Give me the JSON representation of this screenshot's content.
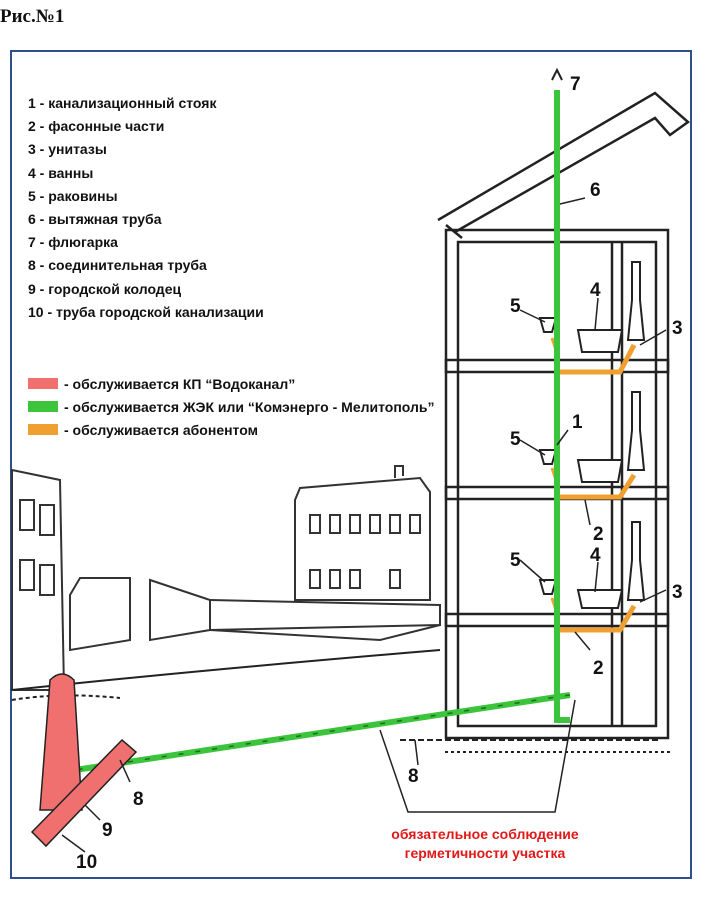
{
  "caption": "Рис.№1",
  "legend": [
    "1 - канализационный стояк",
    "2 - фасонные части",
    "3 - унитазы",
    "4 - ванны",
    "5 - раковины",
    "6 - вытяжная труба",
    "7 - флюгарка",
    "8 - соединительная труба",
    "9 - городской колодец",
    "10 - труба городской канализации"
  ],
  "service": [
    {
      "color": "#f07070",
      "label": "- обслуживается КП “Водоканал”"
    },
    {
      "color": "#3cc43c",
      "label": "- обслуживается ЖЭК или “Комэнерго - Мелитополь”"
    },
    {
      "color": "#f0a030",
      "label": "- обслуживается абонентом"
    }
  ],
  "labels": {
    "n1": "1",
    "n2": "2",
    "n3": "3",
    "n4": "4",
    "n5": "5",
    "n6": "6",
    "n7": "7",
    "n8": "8",
    "n9": "9",
    "n10": "10"
  },
  "note": [
    "обязательное соблюдение",
    "герметичности участка"
  ]
}
